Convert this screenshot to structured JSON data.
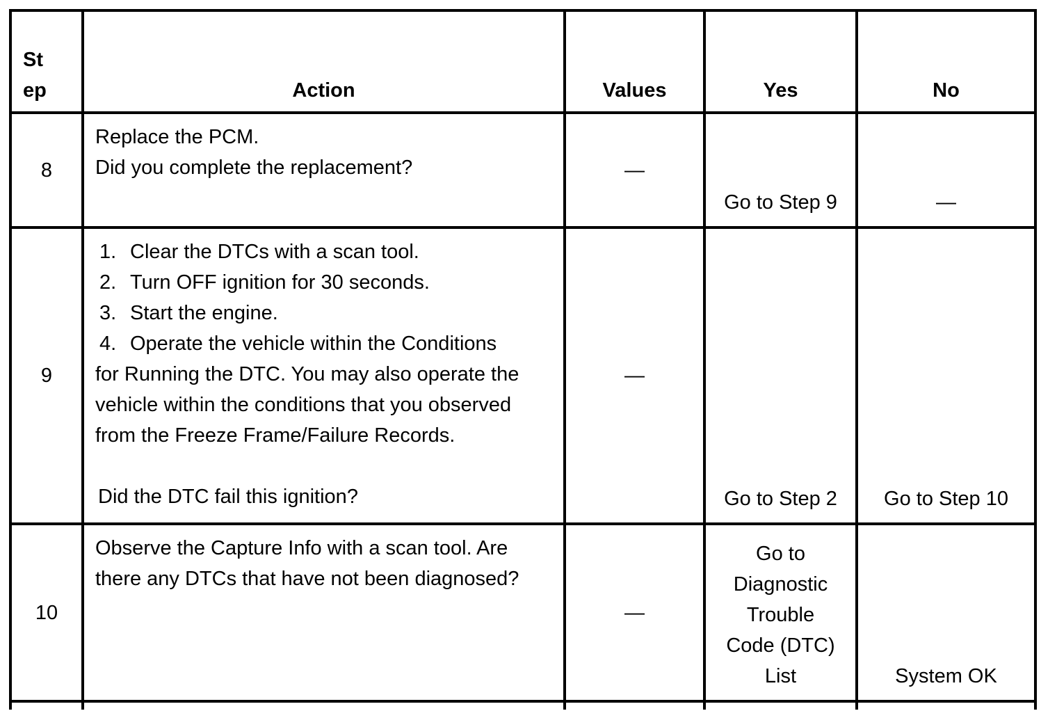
{
  "table": {
    "headers": {
      "step": "St\nep",
      "action": "Action",
      "values": "Values",
      "yes": "Yes",
      "no": "No"
    },
    "rows": [
      {
        "step": "8",
        "action": "Replace the PCM.\nDid you complete the replacement?",
        "values": "—",
        "yes": "Go to Step 9",
        "no": "—"
      },
      {
        "step": "9",
        "action_items": [
          {
            "num": "1.",
            "text": "Clear the DTCs with a scan tool."
          },
          {
            "num": "2.",
            "text": "Turn OFF ignition for 30 seconds."
          },
          {
            "num": "3.",
            "text": "Start the engine."
          },
          {
            "num": "4.",
            "text": "Operate the vehicle within the Conditions\nfor Running the DTC. You may also operate the\nvehicle within the conditions that you observed\nfrom the Freeze Frame/Failure Records."
          }
        ],
        "question": "Did the DTC fail this ignition?",
        "values": "—",
        "yes": "Go to Step 2",
        "no": "Go to Step 10"
      },
      {
        "step": "10",
        "action": "Observe the Capture Info with a scan tool. Are\nthere any DTCs that have not been diagnosed?",
        "values": "—",
        "yes": "Go to\nDiagnostic\nTrouble\nCode (DTC)\nList",
        "no": "System OK"
      }
    ],
    "colors": {
      "border": "#000000",
      "text": "#000000",
      "background": "#ffffff"
    }
  }
}
